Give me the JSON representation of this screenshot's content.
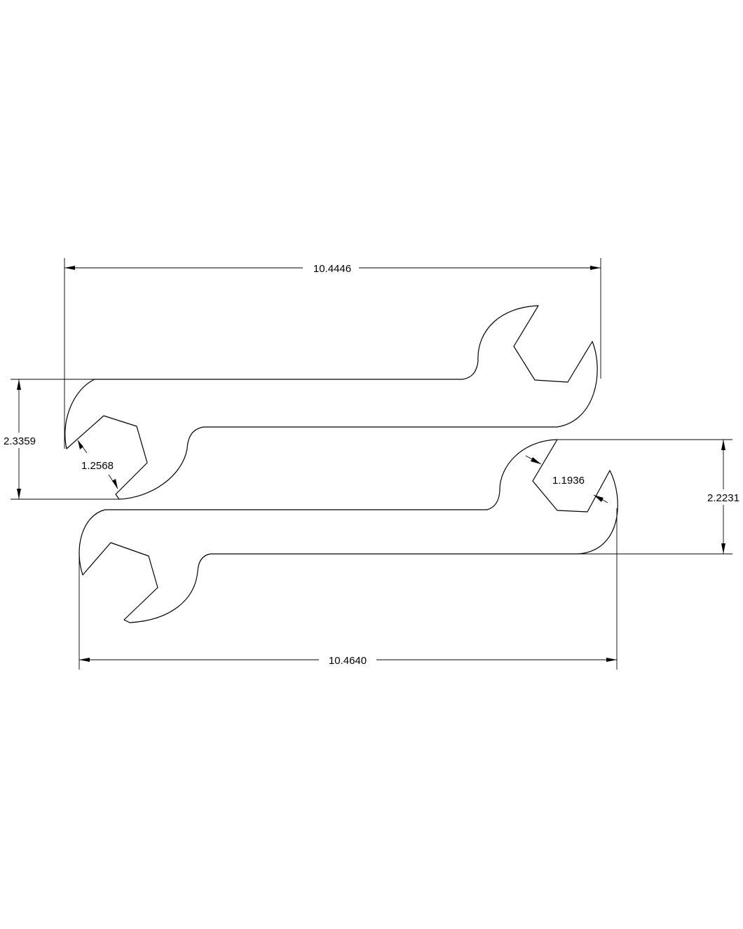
{
  "drawing": {
    "dimensions": {
      "top_wrench_length": "10.4446",
      "bottom_wrench_length": "10.4640",
      "top_wrench_height": "2.3359",
      "bottom_wrench_height": "2.2231",
      "top_wrench_jaw": "1.2568",
      "bottom_wrench_jaw": "1.1936"
    }
  }
}
